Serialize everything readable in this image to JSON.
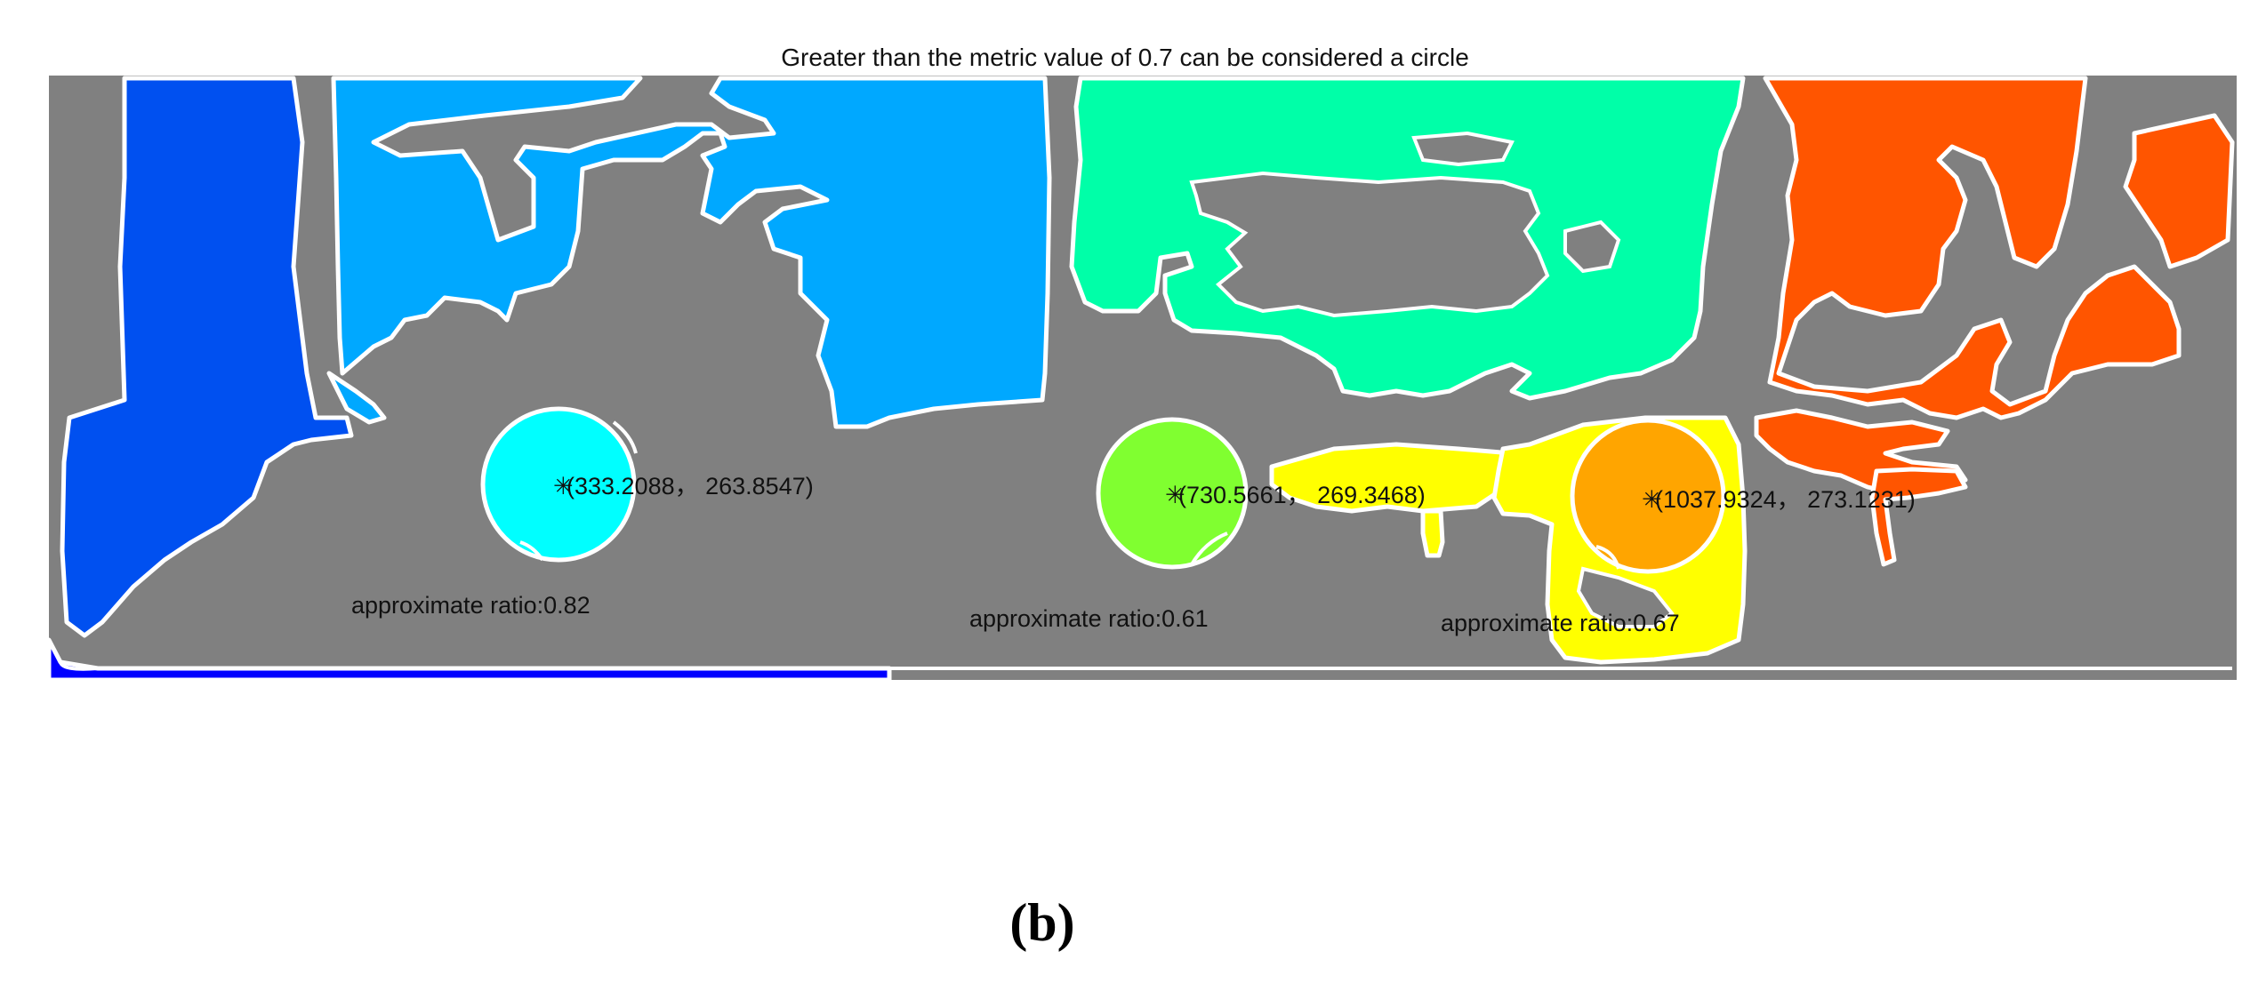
{
  "figure": {
    "title": "Greater than the metric value of 0.7 can be considered a circle",
    "panel_label": "(b)"
  },
  "colors": {
    "background": "#808080",
    "region_dark_blue": "#0050f0",
    "region_light_blue": "#00a8ff",
    "region_green": "#00ffa8",
    "region_orange": "#ff5500",
    "region_yellow": "#ffff00",
    "circle_cyan": "#00ffff",
    "circle_green": "#80ff30",
    "circle_orange": "#ffa500"
  },
  "circles": [
    {
      "name": "cyan-circle",
      "center_label": "(333.2088， 263.8547)",
      "ratio_label": "approximate ratio:0.82",
      "color": "#00ffff"
    },
    {
      "name": "green-circle",
      "center_label": "(730.5661， 269.3468)",
      "ratio_label": "approximate ratio:0.61",
      "color": "#80ff30"
    },
    {
      "name": "orange-circle",
      "center_label": "(1037.9324， 273.1231)",
      "ratio_label": "approximate ratio:0.67",
      "color": "#ffa500"
    }
  ]
}
